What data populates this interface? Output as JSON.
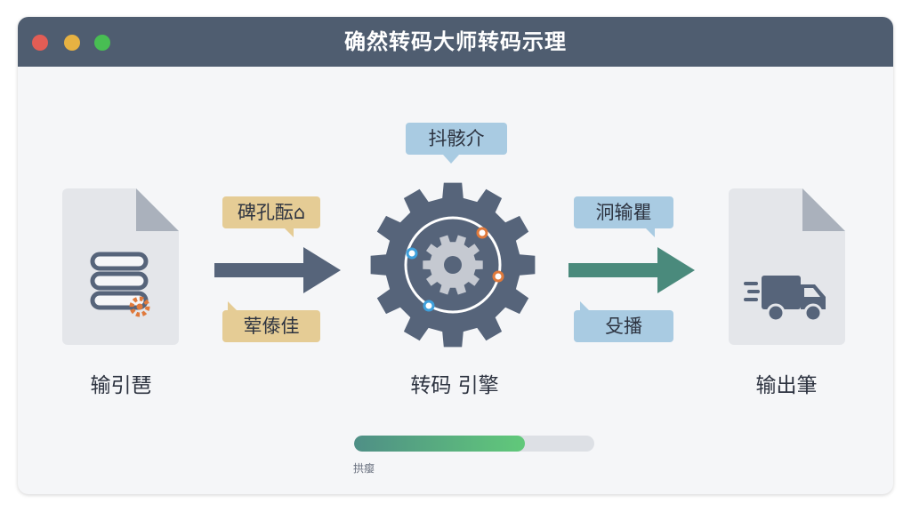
{
  "window": {
    "title": "确然转码大师转码示理"
  },
  "input": {
    "caption": "输引琶",
    "tag_top": "碑孔酝⌂",
    "tag_bottom": "荤傣佳"
  },
  "engine": {
    "caption": "转码 引擎",
    "tag_top": "抖骸介"
  },
  "output": {
    "caption": "输出筆",
    "tag_top": "泂输瞿",
    "tag_bottom": "殳播"
  },
  "progress": {
    "label": "拱瘿",
    "fraction": 0.71
  },
  "colors": {
    "titlebar": "#4f5d70",
    "input_arrow": "#56647a",
    "output_arrow": "#4a8a7c",
    "gear": "#56647a",
    "accent_orange": "#e07a3c",
    "accent_blue": "#3ea0dc"
  },
  "icons": [
    "database-icon",
    "settings-gear-icon",
    "delivery-truck-icon",
    "engine-gear-icon"
  ]
}
